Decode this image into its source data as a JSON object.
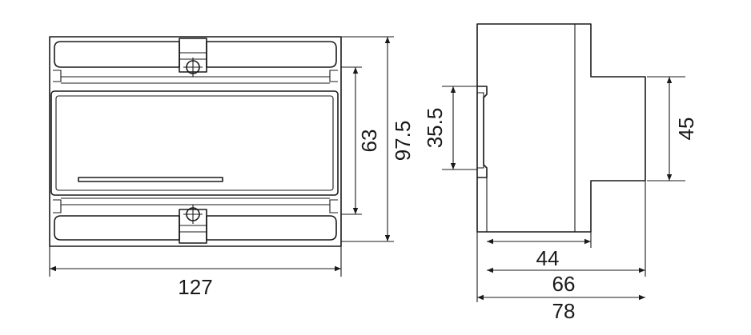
{
  "front_view": {
    "width_label": "127",
    "inner_height_label": "63",
    "total_height_label": "97.5"
  },
  "side_view": {
    "rail_height_label": "35.5",
    "step_height_label": "45",
    "depth_small_label": "44",
    "depth_mid_label": "66",
    "depth_total_label": "78"
  }
}
